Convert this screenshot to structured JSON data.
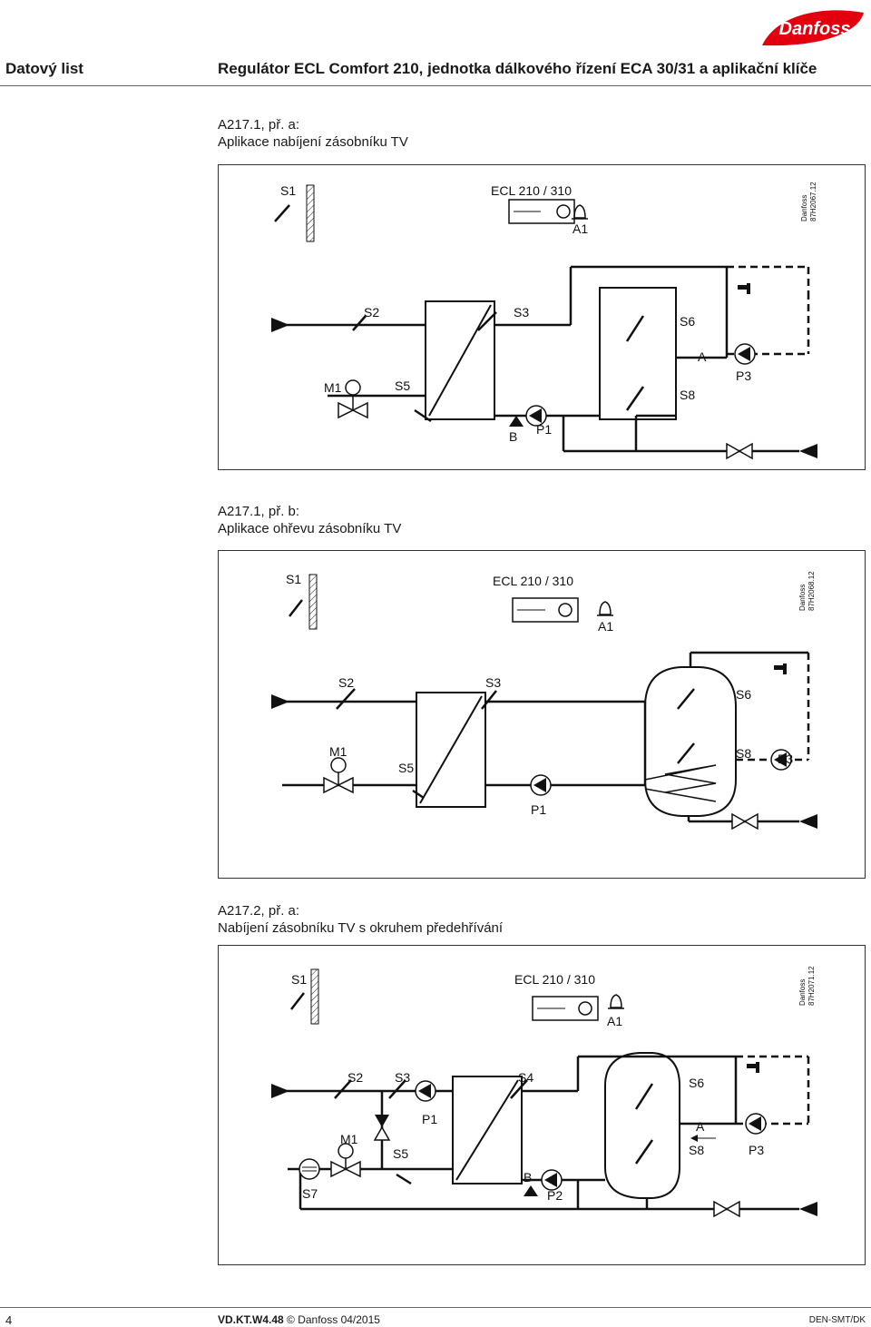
{
  "header": {
    "left": "Datový list",
    "title": "Regulátor ECL Comfort 210, jednotka dálkového řízení ECA 30/31 a aplikační klíče",
    "logo_text": "Danfoss"
  },
  "diagrams": [
    {
      "caption_line1": "A217.1, př. a:",
      "caption_line2": "Aplikace nabíjení zásobníku TV",
      "controller": "ECL 210 / 310",
      "code_line1": "Danfoss",
      "code_line2": "87H2067.12",
      "labels": {
        "s1": "S1",
        "a1": "A1",
        "s2": "S2",
        "s3": "S3",
        "s6": "S6",
        "a": "A",
        "p3": "P3",
        "m1": "M1",
        "s5": "S5",
        "s8": "S8",
        "b": "B",
        "p1": "P1"
      }
    },
    {
      "caption_line1": "A217.1, př. b:",
      "caption_line2": "Aplikace ohřevu zásobníku TV",
      "controller": "ECL 210 / 310",
      "code_line1": "Danfoss",
      "code_line2": "87H2068.12",
      "labels": {
        "s1": "S1",
        "a1": "A1",
        "s2": "S2",
        "s3": "S3",
        "s6": "S6",
        "m1": "M1",
        "s5": "S5",
        "s8": "S8",
        "p3": "P3",
        "p1": "P1"
      }
    },
    {
      "caption_line1": "A217.2, př. a:",
      "caption_line2": "Nabíjení zásobníku TV s okruhem předehřívání",
      "controller": "ECL 210 / 310",
      "code_line1": "Danfoss",
      "code_line2": "87H2071.12",
      "labels": {
        "s1": "S1",
        "a1": "A1",
        "s2": "S2",
        "s3": "S3",
        "s4": "S4",
        "s6": "S6",
        "p1": "P1",
        "m1": "M1",
        "s5": "S5",
        "a": "A",
        "s8": "S8",
        "p3": "P3",
        "s7": "S7",
        "b": "B",
        "p2": "P2"
      }
    }
  ],
  "footer": {
    "page": "4",
    "doc_code": "VD.KT.W4.48",
    "copyright": "© Danfoss 04/2015",
    "dept": "DEN-SMT/DK"
  }
}
